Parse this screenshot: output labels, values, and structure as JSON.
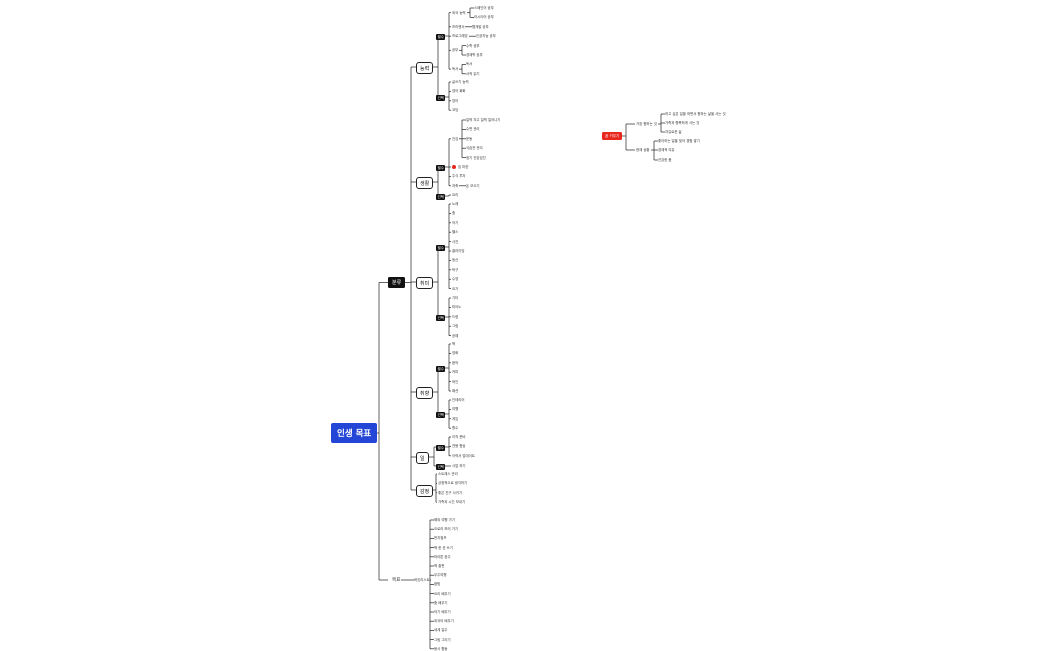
{
  "root": "인생 목표",
  "classify": "분류",
  "goals_label": "목표",
  "bucket_label": "버킷리스트",
  "categories": [
    {
      "name": "능력",
      "groups": [
        {
          "tag": "필수",
          "items": [
            {
              "label": "외국 능력",
              "children": [
                "스페인어 공부",
                "러시아어 공부"
              ]
            },
            {
              "label": "프리랜서",
              "children": [
                "웹개발 공부"
              ]
            },
            {
              "label": "프로그래밍",
              "children": [
                "인공지능 공부"
              ]
            },
            {
              "label": "공부",
              "children": [
                "수학 공부",
                "경제학 공부"
              ]
            },
            {
              "label": "독서",
              "children": [
                "독서",
                "서적 읽기"
              ]
            }
          ]
        },
        {
          "tag": "선택",
          "items": [
            {
              "label": "글쓰기 능력"
            },
            {
              "label": "영어 회화"
            },
            {
              "label": "영어"
            },
            {
              "label": "코딩"
            }
          ]
        }
      ]
    },
    {
      "name": "생활",
      "groups": [
        {
          "tag": "필수",
          "items": [
            {
              "label": "건강",
              "children": [
                "일찍 자고 일찍 일어나기",
                "수면 관리",
                "운동",
                "식습관 관리",
                "정기 건강검진"
              ]
            },
            {
              "label": "집 마련",
              "dot": true
            },
            {
              "label": "주식 투자"
            },
            {
              "label": "저축",
              "children": [
                "돈 모으기"
              ]
            }
          ]
        },
        {
          "tag": "선택",
          "items": [
            {
              "label": "요리"
            }
          ]
        }
      ]
    },
    {
      "name": "취미",
      "groups": [
        {
          "tag": "필수",
          "items": [
            {
              "label": "노래"
            },
            {
              "label": "춤"
            },
            {
              "label": "악기"
            },
            {
              "label": "헬스"
            },
            {
              "label": "사진"
            },
            {
              "label": "클라이밍"
            },
            {
              "label": "등산"
            },
            {
              "label": "탁구"
            },
            {
              "label": "수영"
            },
            {
              "label": "요가"
            }
          ]
        },
        {
          "tag": "선택",
          "items": [
            {
              "label": "기타"
            },
            {
              "label": "피아노"
            },
            {
              "label": "드럼"
            },
            {
              "label": "그림"
            },
            {
              "label": "공예"
            }
          ]
        }
      ]
    },
    {
      "name": "취향",
      "groups": [
        {
          "tag": "필수",
          "items": [
            {
              "label": "책"
            },
            {
              "label": "영화"
            },
            {
              "label": "음악"
            },
            {
              "label": "커피"
            },
            {
              "label": "와인"
            },
            {
              "label": "패션"
            }
          ]
        },
        {
          "tag": "선택",
          "items": [
            {
              "label": "인테리어"
            },
            {
              "label": "여행"
            },
            {
              "label": "게임"
            },
            {
              "label": "향수"
            }
          ]
        }
      ]
    },
    {
      "name": "일",
      "groups": [
        {
          "tag": "필수",
          "items": [
            {
              "label": "이직 준비"
            },
            {
              "label": "연봉 협상"
            },
            {
              "label": "이력서 업데이트"
            }
          ]
        },
        {
          "tag": "선택",
          "items": [
            {
              "label": "사업 하기"
            }
          ]
        }
      ]
    },
    {
      "name": "감정",
      "leaves": [
        "스트레스 관리",
        "긍정적으로 생각하기",
        "좋은 친구 사귀기",
        "가족과 시간 보내기"
      ]
    }
  ],
  "bucket_list": [
    "해외 여행 가기",
    "오로라 보러 가기",
    "번지점프",
    "책 한 권 쓰기",
    "마라톤 완주",
    "책 출판",
    "우주여행",
    "캠핑",
    "요리 배우기",
    "춤 배우기",
    "악기 배우기",
    "외국어 배우기",
    "세계 일주",
    "그림 그리기",
    "봉사 활동"
  ],
  "side_tree": {
    "root": "꿈 키우기",
    "groups": [
      {
        "label": "가장 원하는 것",
        "children": [
          "하고 싶은 일을 하면서 원하는 삶을 사는 것",
          "가족과 행복하게 사는 것",
          "자유로운 삶"
        ]
      },
      {
        "label": "현재 상황",
        "children": [
          "좋아하는 일을 찾아 경험 쌓기",
          "경제적 여유",
          "건강한 몸"
        ]
      }
    ]
  },
  "colors": {
    "root": "#2346d6",
    "accent_red": "#e8271e",
    "line": "#222222"
  }
}
